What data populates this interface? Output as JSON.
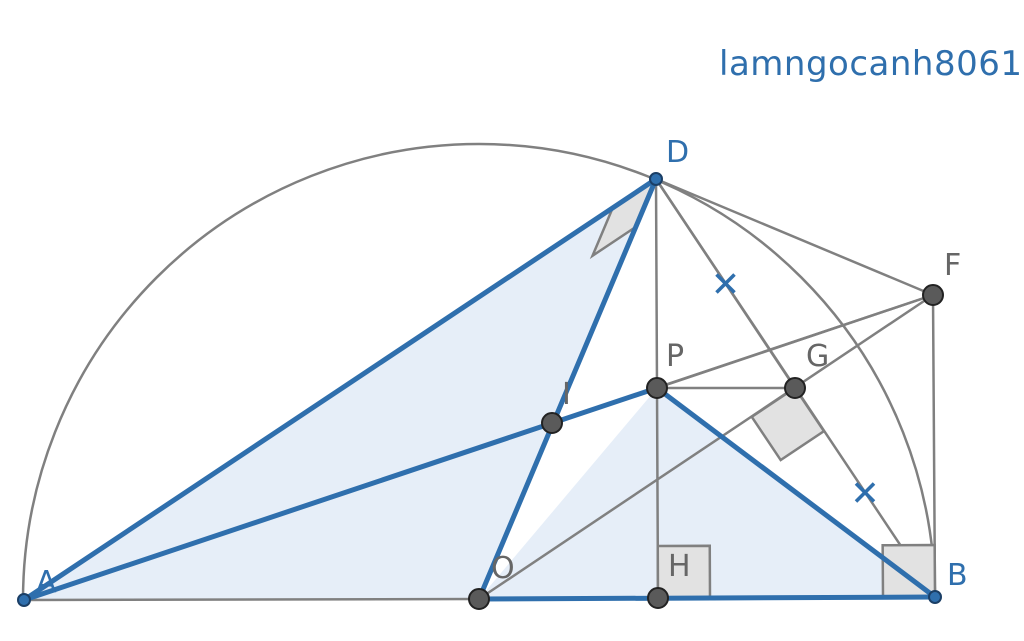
{
  "watermark": "lamngocanh8061",
  "colors": {
    "blue": "#2f6fad",
    "gray": "#808080",
    "fill": "#e6eef8",
    "right_angle_fill": "#e2e2e2",
    "point_fill": "#5a5a5a"
  },
  "points": [
    {
      "id": "A",
      "label": "A",
      "style": "blue"
    },
    {
      "id": "B",
      "label": "B",
      "style": "blue"
    },
    {
      "id": "D",
      "label": "D",
      "style": "blue"
    },
    {
      "id": "F",
      "label": "F",
      "style": "gray"
    },
    {
      "id": "P",
      "label": "P",
      "style": "gray"
    },
    {
      "id": "G",
      "label": "G",
      "style": "gray"
    },
    {
      "id": "I",
      "label": "I",
      "style": "gray"
    },
    {
      "id": "O",
      "label": "O",
      "style": "gray"
    },
    {
      "id": "H",
      "label": "H",
      "style": "gray"
    }
  ],
  "filled_triangles": [
    [
      "A",
      "D",
      "O"
    ],
    [
      "O",
      "P",
      "B"
    ]
  ],
  "segments": [
    {
      "from": "A",
      "to": "D",
      "style": "blue"
    },
    {
      "from": "D",
      "to": "O",
      "style": "blue"
    },
    {
      "from": "A",
      "to": "P",
      "style": "blue"
    },
    {
      "from": "P",
      "to": "B",
      "style": "blue"
    },
    {
      "from": "O",
      "to": "B",
      "style": "blue"
    },
    {
      "from": "A",
      "to": "O",
      "style": "gray"
    },
    {
      "from": "D",
      "to": "H",
      "style": "gray"
    },
    {
      "from": "D",
      "to": "F",
      "style": "gray"
    },
    {
      "from": "D",
      "to": "B",
      "style": "gray"
    },
    {
      "from": "F",
      "to": "B",
      "style": "gray"
    },
    {
      "from": "A",
      "to": "F",
      "style": "gray"
    },
    {
      "from": "P",
      "to": "F",
      "style": "gray"
    },
    {
      "from": "P",
      "to": "G",
      "style": "gray"
    },
    {
      "from": "O",
      "to": "F",
      "style": "gray"
    },
    {
      "from": "D",
      "to": "G",
      "style": "gray"
    }
  ],
  "right_angles": [
    {
      "at": "D",
      "a": "A",
      "b": "O"
    },
    {
      "at": "G",
      "a": "B",
      "b": "O"
    },
    {
      "at": "H",
      "a": "D",
      "b": "B"
    },
    {
      "at": "B",
      "a": "O",
      "b": "F"
    }
  ],
  "equal_ticks": [
    [
      "D",
      "G"
    ],
    [
      "G",
      "B"
    ]
  ]
}
